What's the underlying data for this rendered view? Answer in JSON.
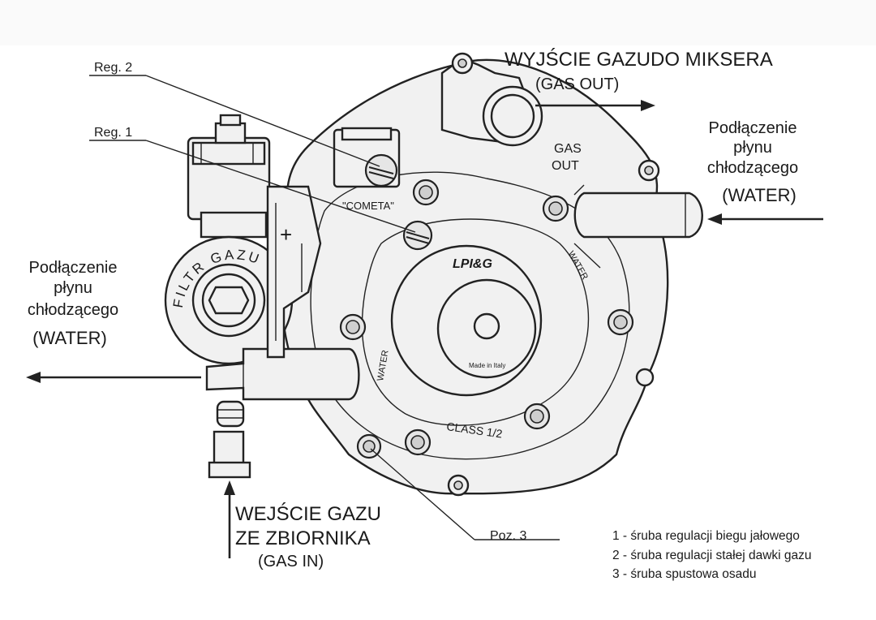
{
  "labels": {
    "gas_out_pl": "WYJŚCIE GAZUDO MIKSERA",
    "gas_out_en": "(GAS OUT)",
    "coolant_right_1": "Podłączenie",
    "coolant_right_2": "płynu",
    "coolant_right_3": "chłodzącego",
    "coolant_right_4": "(WATER)",
    "coolant_left_1": "Podłączenie",
    "coolant_left_2": "płynu",
    "coolant_left_3": "chłodzącego",
    "coolant_left_4": "(WATER)",
    "gas_in_1": "WEJŚCIE GAZU",
    "gas_in_2": "ZE ZBIORNIKA",
    "gas_in_3": "(GAS IN)",
    "reg2": "Reg. 2",
    "reg1": "Reg. 1",
    "poz3": "Poz. 3"
  },
  "body_marks": {
    "filter_text": "FILTR GAZU",
    "cometa": "\"COMETA\"",
    "gas_out_1": "GAS",
    "gas_out_2": "OUT",
    "water_a": "WATER",
    "water_b": "WATER",
    "class": "CLASS 1/2",
    "brand": "LPI&G",
    "made_in": "Made in Italy"
  },
  "legend": [
    "1 - śruba regulacji biegu jałowego",
    "2 - śruba regulacji stałej dawki gazu",
    "3 - śruba spustowa osadu"
  ]
}
